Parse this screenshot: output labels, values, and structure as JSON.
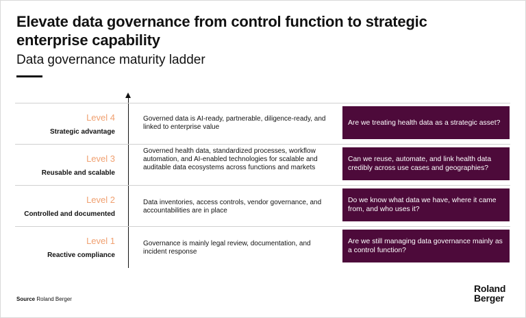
{
  "title": "Elevate data governance from control function to strategic enterprise capability",
  "subtitle": "Data governance maturity ladder",
  "levels": [
    {
      "level": "Level 4",
      "name": "Strategic advantage",
      "description": "Governed data is AI-ready, partnerable, diligence-ready, and linked to enterprise value",
      "question": "Are we treating health data as a strategic asset?"
    },
    {
      "level": "Level 3",
      "name": "Reusable and scalable",
      "description": "Governed health data, standardized processes, workflow automation, and AI-enabled technologies for scalable and auditable data ecosystems across functions and markets",
      "question": "Can we reuse, automate, and link health data credibly across use cases and geographies?"
    },
    {
      "level": "Level 2",
      "name": "Controlled and documented",
      "description": "Data inventories, access controls, vendor governance, and accountabilities are in place",
      "question": "Do we know what data we have, where it came from, and who uses it?"
    },
    {
      "level": "Level 1",
      "name": "Reactive compliance",
      "description": "Governance is mainly legal review, documentation, and incident response",
      "question": "Are we still managing data governance mainly as a control function?"
    }
  ],
  "source": {
    "label": "Source",
    "text": "Roland Berger"
  },
  "logo": {
    "line1": "Roland",
    "line2": "Berger"
  },
  "colors": {
    "level_accent": "#f0a070",
    "question_box": "#4d0a3a"
  }
}
